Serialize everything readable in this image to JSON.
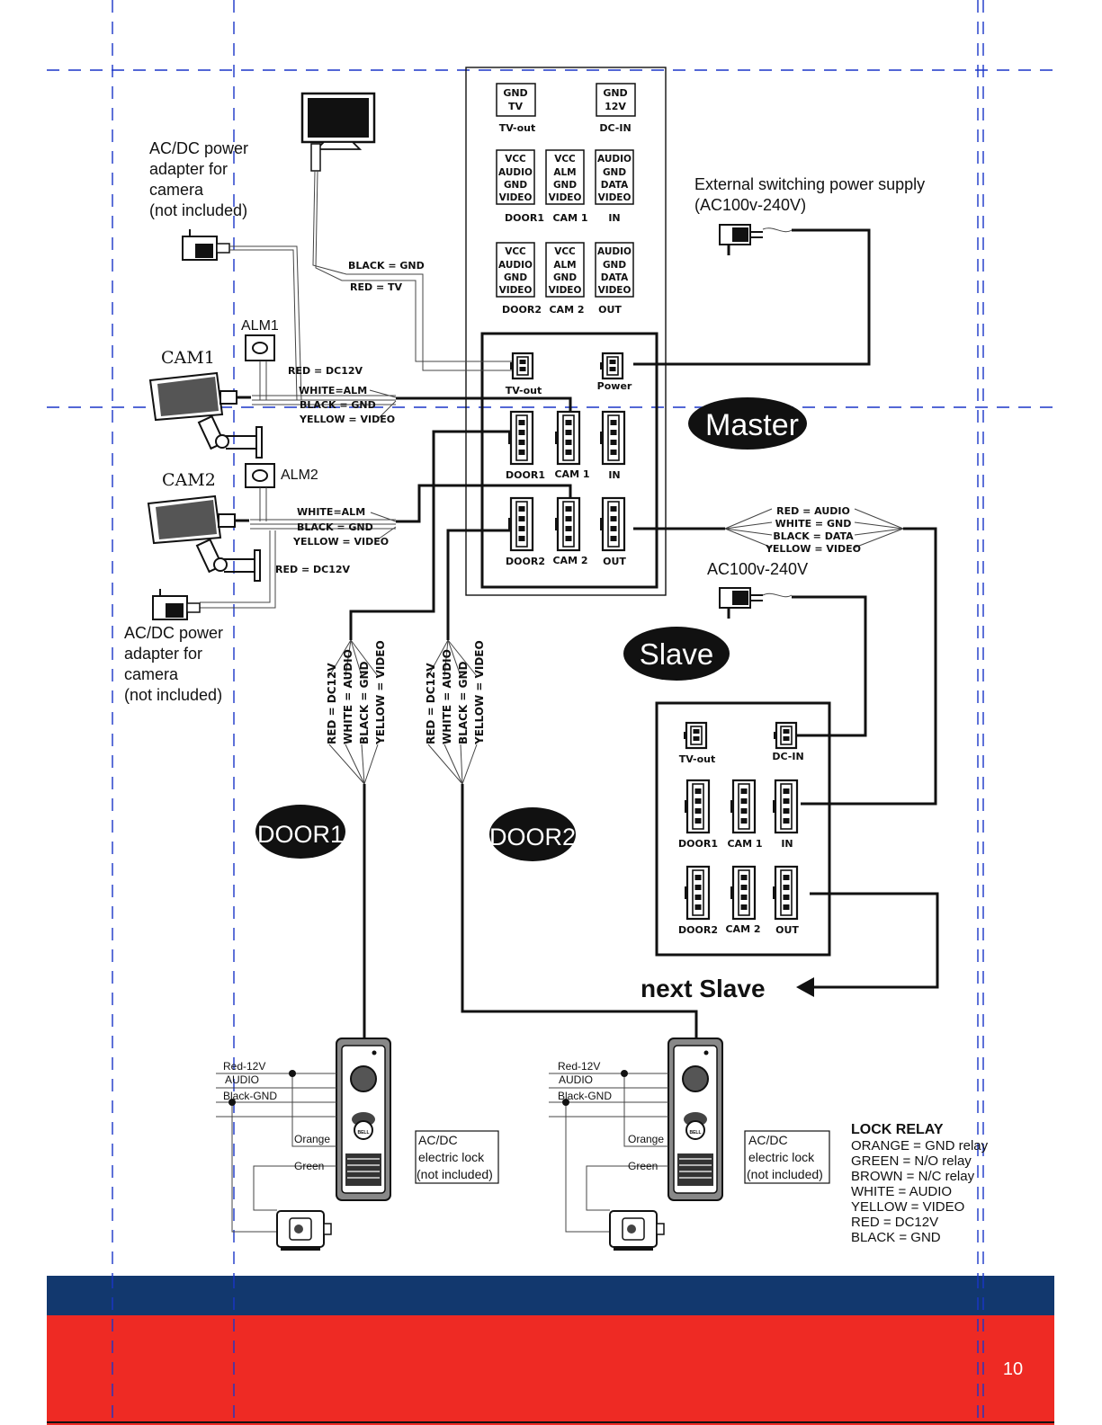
{
  "master": {
    "badge": "Master",
    "ports": {
      "tv": [
        "GND",
        "TV"
      ],
      "tv_label": "TV-out",
      "dcin": [
        "GND",
        "12V"
      ],
      "dcin_label": "DC-IN",
      "door1": [
        "VCC",
        "AUDIO",
        "GND",
        "VIDEO"
      ],
      "door1_label": "DOOR1",
      "cam1": [
        "VCC",
        "ALM",
        "GND",
        "VIDEO"
      ],
      "cam1_label": "CAM 1",
      "in": [
        "AUDIO",
        "GND",
        "DATA",
        "VIDEO"
      ],
      "in_label": "IN",
      "door2": [
        "VCC",
        "AUDIO",
        "GND",
        "VIDEO"
      ],
      "door2_label": "DOOR2",
      "cam2": [
        "VCC",
        "ALM",
        "GND",
        "VIDEO"
      ],
      "cam2_label": "CAM 2",
      "out": [
        "AUDIO",
        "GND",
        "DATA",
        "VIDEO"
      ],
      "out_label": "OUT"
    },
    "connectors": {
      "tvout": "TV-out",
      "power": "Power",
      "door1": "DOOR1",
      "cam1": "CAM 1",
      "in": "IN",
      "door2": "DOOR2",
      "cam2": "CAM 2",
      "out": "OUT"
    }
  },
  "slave": {
    "badge": "Slave",
    "connectors": {
      "tvout": "TV-out",
      "dcin": "DC-IN",
      "door1": "DOOR1",
      "cam1": "CAM 1",
      "in": "IN",
      "door2": "DOOR2",
      "cam2": "CAM 2",
      "out": "OUT"
    },
    "next": "next  Slave"
  },
  "power": {
    "external_line1": "External switching power supply",
    "external_line2": "(AC100v-240V)",
    "slave_supply": "AC100v-240V"
  },
  "adapter_note": [
    "AC/DC power",
    "adapter for",
    "camera",
    "(not included)"
  ],
  "tv_wires": {
    "black": "BLACK = GND",
    "red": "RED = TV"
  },
  "cam1": {
    "label": "CAM1",
    "alarm": "ALM1",
    "wires": [
      "RED = DC12V",
      "WHITE=ALM",
      "BLACK = GND",
      "YELLOW = VIDEO"
    ]
  },
  "cam2": {
    "label": "CAM2",
    "alarm": "ALM2",
    "wires": [
      "WHITE=ALM",
      "BLACK = GND",
      "YELLOW = VIDEO",
      "RED = DC12V"
    ]
  },
  "out_wires": [
    "RED = AUDIO",
    "WHITE = GND",
    "BLACK = DATA",
    "YELLOW = VIDEO"
  ],
  "door_wires": [
    "RED = DC12V",
    "WHITE = AUDIO",
    "BLACK = GND",
    "YELLOW = VIDEO"
  ],
  "door1": {
    "badge": "DOOR1"
  },
  "door2": {
    "badge": "DOOR2"
  },
  "station_wires": {
    "red": "Red-12V",
    "audio": "AUDIO",
    "black": "Black-GND",
    "orange": "Orange",
    "green": "Green"
  },
  "doorbell_label": "BELL",
  "lock_note": [
    "AC/DC",
    "electric lock",
    "(not included)"
  ],
  "lock_relay": {
    "title": "LOCK RELAY",
    "lines": [
      "ORANGE = GND relay",
      "GREEN = N/O relay",
      "BROWN = N/C relay",
      "WHITE = AUDIO",
      "YELLOW = VIDEO",
      "RED = DC12V",
      "BLACK = GND"
    ]
  },
  "page_number": "10",
  "colors": {
    "blue_band": "#12386e",
    "red_band": "#ee2a24",
    "guide": "#1a35c8"
  }
}
